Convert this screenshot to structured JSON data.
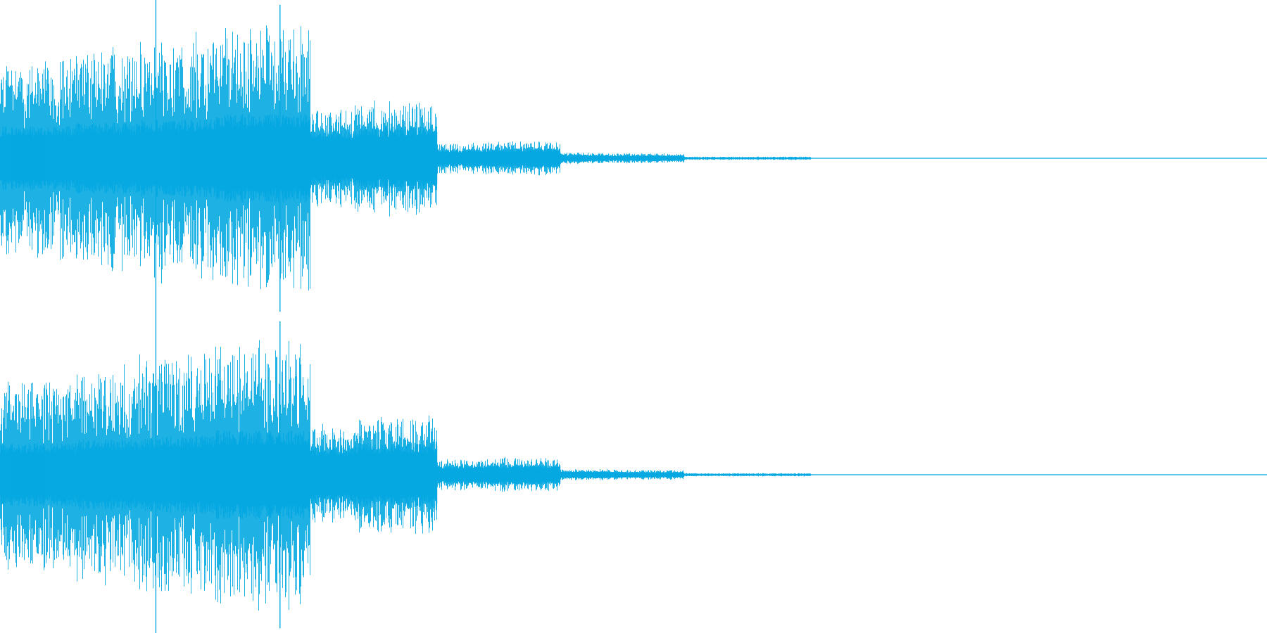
{
  "waveform": {
    "color": "#06a9e1",
    "background": "#ffffff",
    "channels": [
      {
        "id": "left",
        "label": ""
      },
      {
        "id": "right",
        "label": ""
      }
    ],
    "segments": [
      {
        "start": 0.0,
        "end": 0.06,
        "amplitude": 0.7,
        "core": 0.18
      },
      {
        "start": 0.06,
        "end": 0.11,
        "amplitude": 0.78,
        "core": 0.2
      },
      {
        "start": 0.11,
        "end": 0.17,
        "amplitude": 0.86,
        "core": 0.22
      },
      {
        "start": 0.17,
        "end": 0.245,
        "amplitude": 0.94,
        "core": 0.25
      },
      {
        "start": 0.245,
        "end": 0.28,
        "amplitude": 0.35,
        "core": 0.16
      },
      {
        "start": 0.28,
        "end": 0.345,
        "amplitude": 0.42,
        "core": 0.18
      },
      {
        "start": 0.345,
        "end": 0.382,
        "amplitude": 0.11,
        "core": 0.05
      },
      {
        "start": 0.382,
        "end": 0.442,
        "amplitude": 0.12,
        "core": 0.055
      },
      {
        "start": 0.442,
        "end": 0.48,
        "amplitude": 0.04,
        "core": 0.02
      },
      {
        "start": 0.48,
        "end": 0.54,
        "amplitude": 0.035,
        "core": 0.016
      },
      {
        "start": 0.54,
        "end": 0.64,
        "amplitude": 0.012,
        "core": 0.006
      },
      {
        "start": 0.64,
        "end": 1.0,
        "amplitude": 0.003,
        "core": 0.001
      }
    ],
    "spikes": [
      {
        "position": 0.123,
        "amplitude": 1.0
      },
      {
        "position": 0.221,
        "amplitude": 0.97
      }
    ]
  }
}
